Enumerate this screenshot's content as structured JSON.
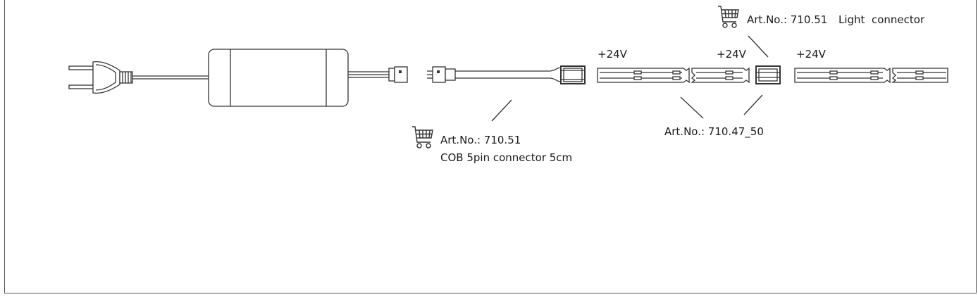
{
  "labels": {
    "light_connector_art": "Art.No.: 710.51",
    "light_connector_name": "Light  connector",
    "voltage_1": "+24V",
    "voltage_2": "+24V",
    "voltage_3": "+24V",
    "cob_connector_art": "Art.No.: 710.51",
    "cob_connector_name": "COB 5pin connector 5cm",
    "strip_art": "Art.No.: 710.47_50"
  },
  "icons": {
    "cart_1": "shopping-cart-icon",
    "cart_2": "shopping-cart-icon"
  },
  "colors": {
    "line": "#333333",
    "text": "#1a1a1a"
  }
}
